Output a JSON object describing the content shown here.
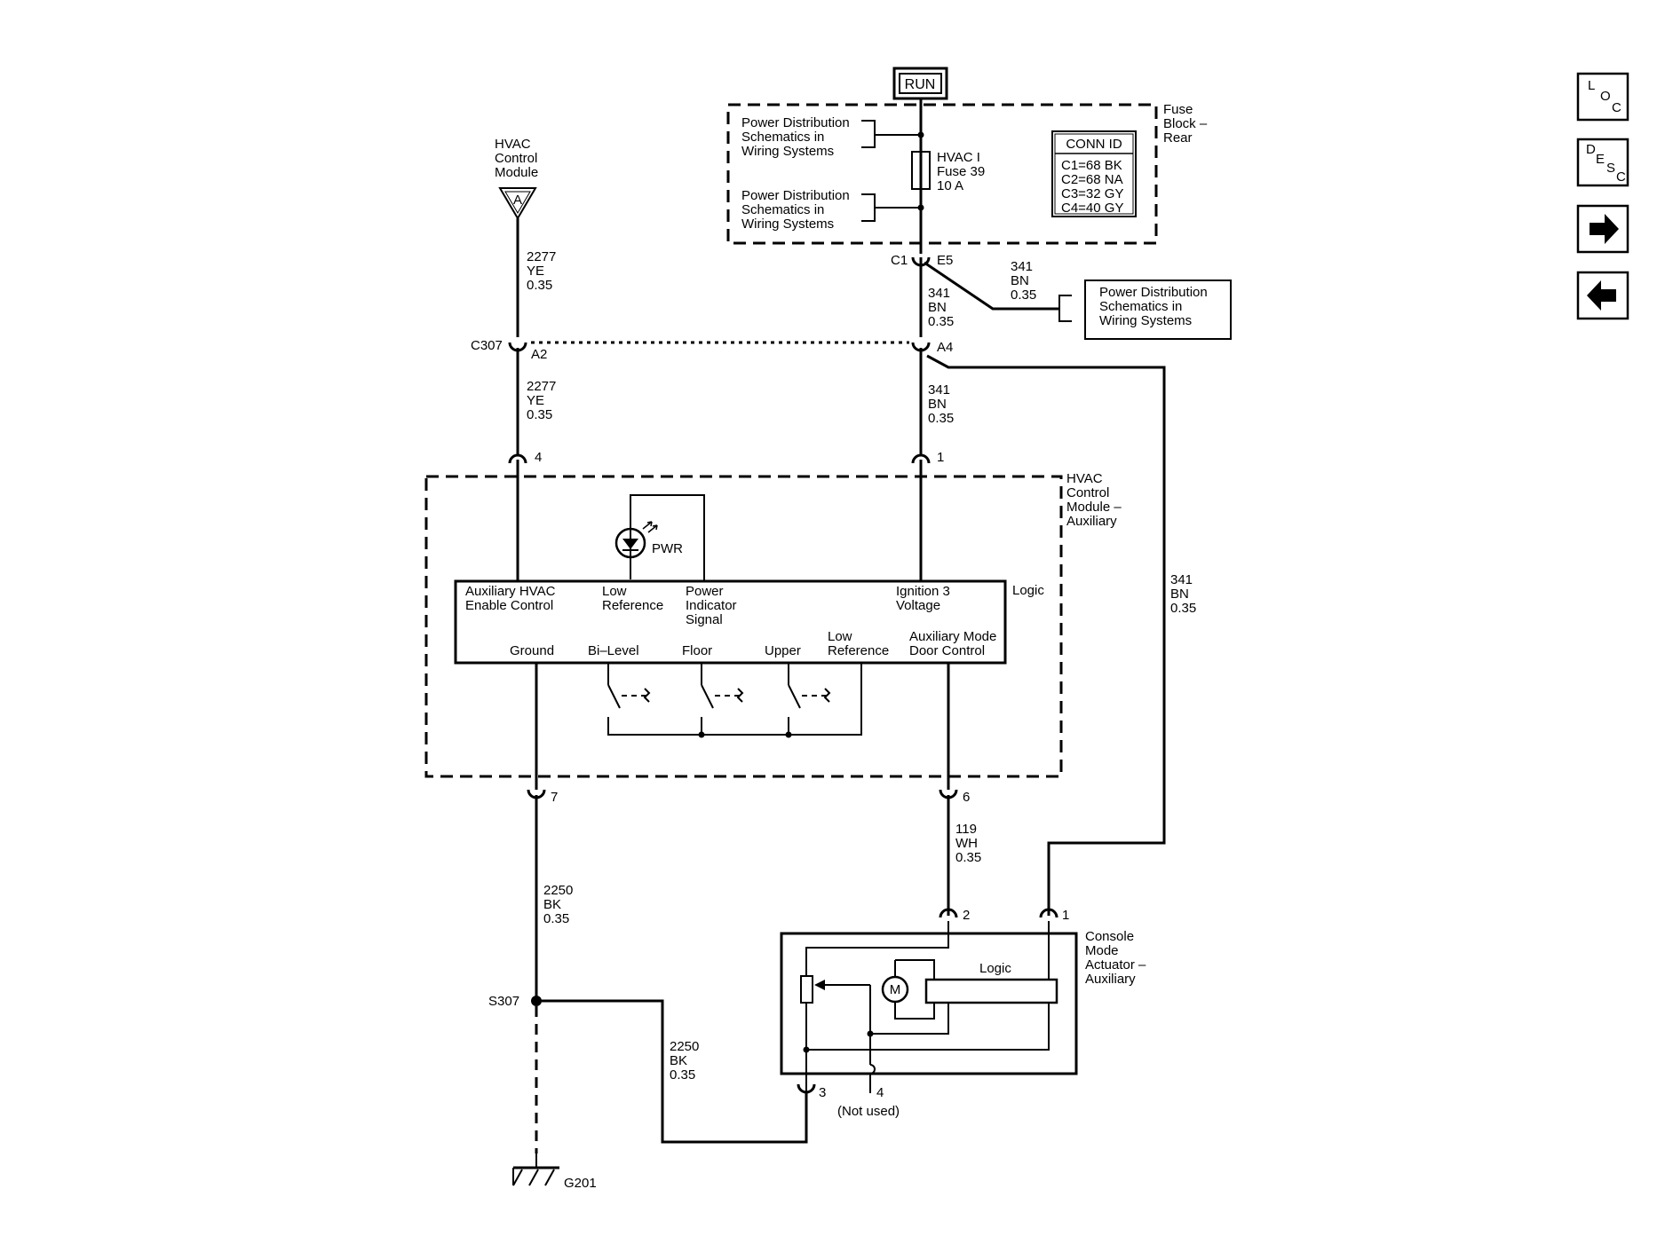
{
  "power": {
    "run_label": "RUN"
  },
  "fuse_block": {
    "title": [
      "Fuse",
      "Block –",
      "Rear"
    ],
    "power_dist_top": [
      "Power Distribution",
      "Schematics in",
      "Wiring Systems"
    ],
    "power_dist_bottom": [
      "Power Distribution",
      "Schematics in",
      "Wiring Systems"
    ],
    "fuse_label": [
      "HVAC I",
      "Fuse 39",
      "10 A"
    ],
    "conn_id": {
      "title": "CONN ID",
      "rows": [
        "C1=68 BK",
        "C2=68 NA",
        "C3=32 GY",
        "C4=40 GY"
      ]
    }
  },
  "connectors": {
    "c1": "C1",
    "e5": "E5",
    "c307": "C307",
    "a2": "A2",
    "a4": "A4",
    "pin4": "4",
    "pin1": "1",
    "pin7": "7",
    "pin6": "6",
    "act_pin2": "2",
    "act_pin1": "1",
    "act_pin3": "3",
    "act_pin4": "4",
    "not_used": "(Not used)"
  },
  "wires": {
    "w2277_top": [
      "2277",
      "YE",
      "0.35"
    ],
    "w2277_mid": [
      "2277",
      "YE",
      "0.35"
    ],
    "w341_right": [
      "341",
      "BN",
      "0.35"
    ],
    "w341_left": [
      "341",
      "BN",
      "0.35"
    ],
    "w341_mid": [
      "341",
      "BN",
      "0.35"
    ],
    "w341_long": [
      "341",
      "BN",
      "0.35"
    ],
    "w119": [
      "119",
      "WH",
      "0.35"
    ],
    "w2250_vert": [
      "2250",
      "BK",
      "0.35"
    ],
    "w2250_horiz": [
      "2250",
      "BK",
      "0.35"
    ]
  },
  "hvac_control_module": {
    "title": [
      "HVAC",
      "Control",
      "Module"
    ],
    "marker": "A"
  },
  "power_dist_right": [
    "Power Distribution",
    "Schematics in",
    "Wiring Systems"
  ],
  "aux_module": {
    "title": [
      "HVAC",
      "Control",
      "Module –",
      "Auxiliary"
    ],
    "logic": "Logic",
    "pwr": "PWR",
    "pins_top": {
      "aux_enable": [
        "Auxiliary HVAC",
        "Enable Control"
      ],
      "low_ref": [
        "Low",
        "Reference"
      ],
      "power_ind": [
        "Power",
        "Indicator",
        "Signal"
      ],
      "ign3": [
        "Ignition 3",
        "Voltage"
      ]
    },
    "pins_bottom": {
      "ground": "Ground",
      "bilevel": "Bi–Level",
      "floor": "Floor",
      "upper": "Upper",
      "low_ref": [
        "Low",
        "Reference"
      ],
      "aux_mode": [
        "Auxiliary Mode",
        "Door Control"
      ]
    }
  },
  "splice": "S307",
  "ground": "G201",
  "actuator": {
    "title": [
      "Console",
      "Mode",
      "Actuator –",
      "Auxiliary"
    ],
    "logic": "Logic",
    "motor": "M"
  },
  "nav": {
    "loc": [
      "L",
      "O",
      "C"
    ],
    "desc": [
      "D",
      "E",
      "S",
      "C"
    ]
  },
  "icons": [
    "right-arrow-icon",
    "left-arrow-icon"
  ]
}
